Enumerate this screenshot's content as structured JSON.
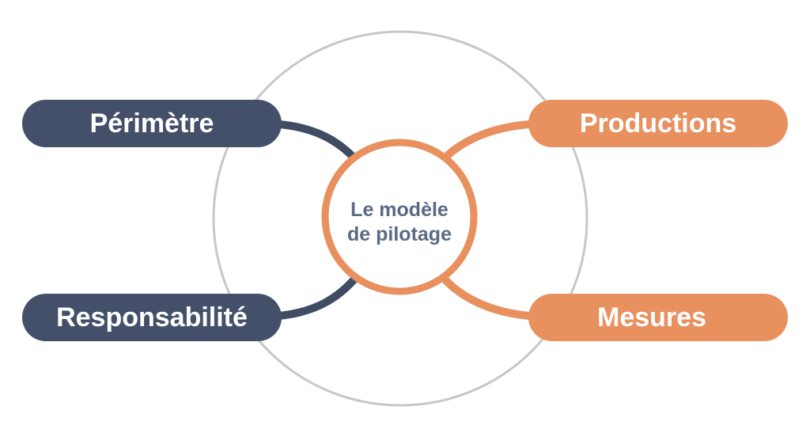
{
  "diagram": {
    "title": "Le modèle de pilotage",
    "center": {
      "line1": "Le modèle",
      "line2": "de pilotage",
      "text_color": "#5A6A85",
      "ring_color": "#E8905E"
    },
    "outer_ring": {
      "color": "#C7C7C7"
    },
    "background": "#FFFFFF",
    "nodes": [
      {
        "id": "perimetre",
        "label": "Périmètre",
        "side": "left",
        "position": "top",
        "fill": "#445069",
        "text_color": "#FFFFFF",
        "connector_color": "#3F4C63"
      },
      {
        "id": "productions",
        "label": "Productions",
        "side": "right",
        "position": "top",
        "fill": "#E8905E",
        "text_color": "#FFFFFF",
        "connector_color": "#E8905E"
      },
      {
        "id": "responsabilite",
        "label": "Responsabilité",
        "side": "left",
        "position": "bottom",
        "fill": "#445069",
        "text_color": "#FFFFFF",
        "connector_color": "#3F4C63"
      },
      {
        "id": "mesures",
        "label": "Mesures",
        "side": "right",
        "position": "bottom",
        "fill": "#E8905E",
        "text_color": "#FFFFFF",
        "connector_color": "#E8905E"
      }
    ]
  }
}
